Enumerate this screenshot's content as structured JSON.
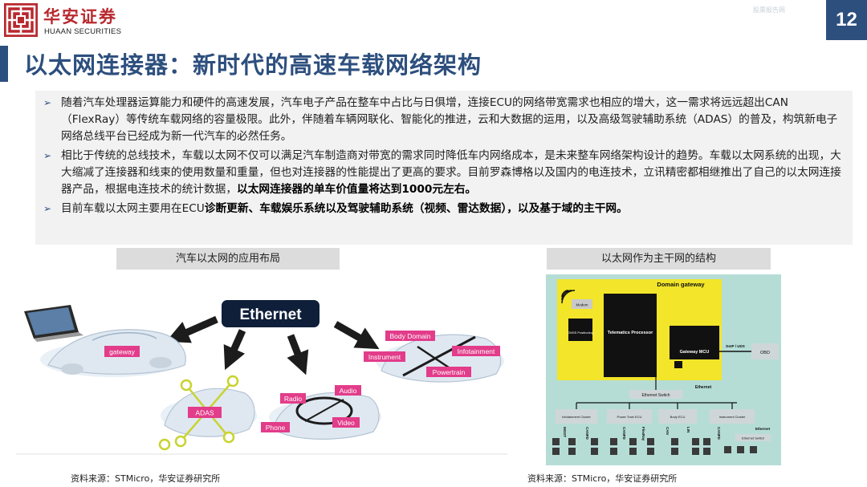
{
  "header": {
    "logo_cn": "华安证券",
    "logo_en": "HUAAN SECURITIES",
    "top_tag": "股票报告网",
    "page_number": "12"
  },
  "title": "以太网连接器：新时代的高速车载网络架构",
  "bullets": [
    {
      "text": "随着汽车处理器运算能力和硬件的高速发展，汽车电子产品在整车中占比与日俱增，连接ECU的网络带宽需求也相应的增大，这一需求将远远超出CAN（FlexRay）等传统车载网络的容量极限。此外，伴随着车辆网联化、智能化的推进，云和大数据的运用，以及高级驾驶辅助系统（ADAS）的普及，构筑新电子网络总线平台已经成为新一代汽车的必然任务。",
      "bold": ""
    },
    {
      "text": "相比于传统的总线技术，车载以太网不仅可以满足汽车制造商对带宽的需求同时降低车内网络成本，是未来整车网络架构设计的趋势。车载以太网系统的出现，大大缩减了连接器和线束的使用数量和重量，但也对连接器的性能提出了更高的要求。目前罗森博格以及国内的电连技术，立讯精密都相继推出了自己的以太网连接器产品，根据电连技术的统计数据，",
      "bold": "以太网连接器的单车价值量将达到1000元左右。"
    },
    {
      "text": "目前车载以太网主要用在ECU",
      "bold": "诊断更新、车载娱乐系统以及驾驶辅助系统（视频、雷达数据），以及基于域的主干网。"
    }
  ],
  "fig_left": {
    "caption": "汽车以太网的应用布局",
    "center": "Ethernet",
    "labels": {
      "gateway": "gateway",
      "adas": "ADAS",
      "radio": "Radio",
      "audio": "Audio",
      "phone": "Phone",
      "video": "Video",
      "body": "Body Domain",
      "instrument": "Instrument",
      "infotainment": "Infotainment",
      "powertrain": "Powertrain"
    },
    "source": "资料来源：STMicro，华安证券研究所"
  },
  "fig_right": {
    "caption": "以太网作为主干网的结构",
    "labels": {
      "domain_gateway": "Domain gateway",
      "modem": "Modem",
      "gnss": "GNSS Positioning",
      "telematics": "Telematics Processor",
      "gateway_mcu": "Gateway MCU",
      "doip": "DoIP / UDS",
      "obd": "OBD",
      "ethernet_switch": "Ethernet Switch",
      "ethernet": "Ethernet",
      "infotainment_cluster": "Infotainment Cluster",
      "power_train": "Power Train ECU",
      "body_ecu": "Body ECU",
      "instrument_cluster": "Instrument Cluster",
      "most": "MOST",
      "canfd": "CANFD",
      "flexray": "FlexRay",
      "can": "CAN",
      "lin": "LIN",
      "ethernet_switch2": "Ethernet Switch"
    },
    "source": "资料来源：STMicro，华安证券研究所"
  },
  "colors": {
    "brand": "#2d4f7e",
    "logo_red": "#b8292f",
    "tag_pink": "#e23c8a",
    "node_yellow": "#c8d32f",
    "gateway_yellow": "#f2e52a",
    "diagram_bg": "#b5ddd6"
  }
}
